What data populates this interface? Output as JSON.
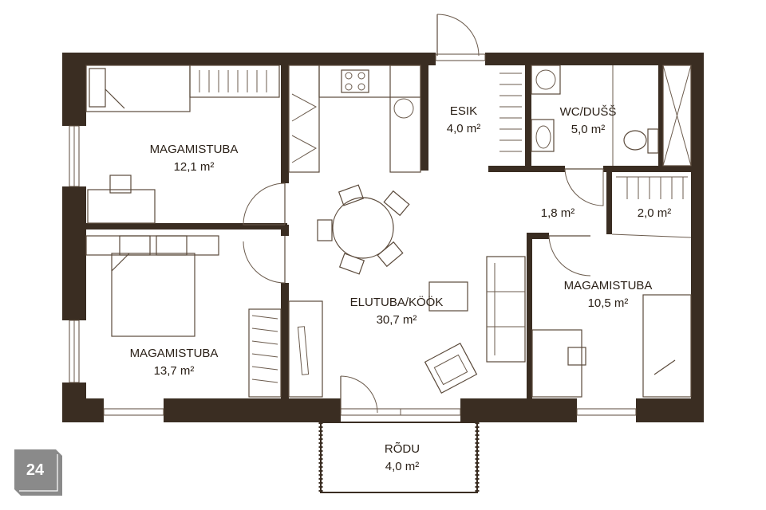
{
  "page_badge": "24",
  "rooms": {
    "bedroom_1": {
      "name": "MAGAMISTUBA",
      "area": "12,1 m²"
    },
    "bedroom_2": {
      "name": "MAGAMISTUBA",
      "area": "13,7 m²"
    },
    "bedroom_3": {
      "name": "MAGAMISTUBA",
      "area": "10,5 m²"
    },
    "living": {
      "name": "ELUTUBA/KÖÖK",
      "area": "30,7 m²"
    },
    "hall": {
      "name": "ESIK",
      "area": "4,0 m²"
    },
    "bath": {
      "name": "WC/DUŠŠ",
      "area": "5,0 m²"
    },
    "closet_1": {
      "area": "1,8 m²"
    },
    "closet_2": {
      "area": "2,0 m²"
    },
    "balcony": {
      "name": "RÕDU",
      "area": "4,0 m²"
    }
  },
  "colors": {
    "wall": "#3a2d22",
    "furniture": "#5b4a3b",
    "badge": "#8a8a8a"
  }
}
